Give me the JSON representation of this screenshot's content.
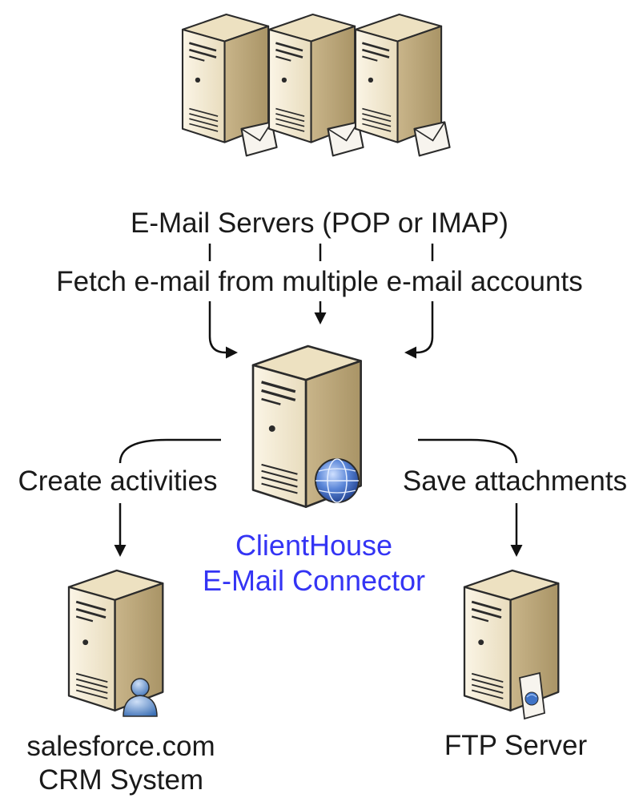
{
  "labels": {
    "mail_servers": "E-Mail Servers (POP or IMAP)",
    "fetch": "Fetch e-mail from multiple e-mail accounts",
    "create_activities": "Create activities",
    "save_attachments": "Save attachments",
    "connector_line1": "ClientHouse",
    "connector_line2": "E-Mail Connector",
    "crm_line1": "salesforce.com",
    "crm_line2": "CRM System",
    "ftp": "FTP Server"
  },
  "colors": {
    "accent_text": "#3434f4",
    "text": "#1a1a1a",
    "server_front": "#f2e8cf",
    "server_side": "#cdb98f",
    "server_top": "#e9dcba",
    "outline": "#2b2b2b"
  },
  "icons": {
    "mail_servers": [
      "server-with-envelope-icon",
      "server-with-envelope-icon",
      "server-with-envelope-icon"
    ],
    "connector": "server-with-globe-icon",
    "crm": "server-with-user-icon",
    "ftp": "server-with-document-icon"
  }
}
